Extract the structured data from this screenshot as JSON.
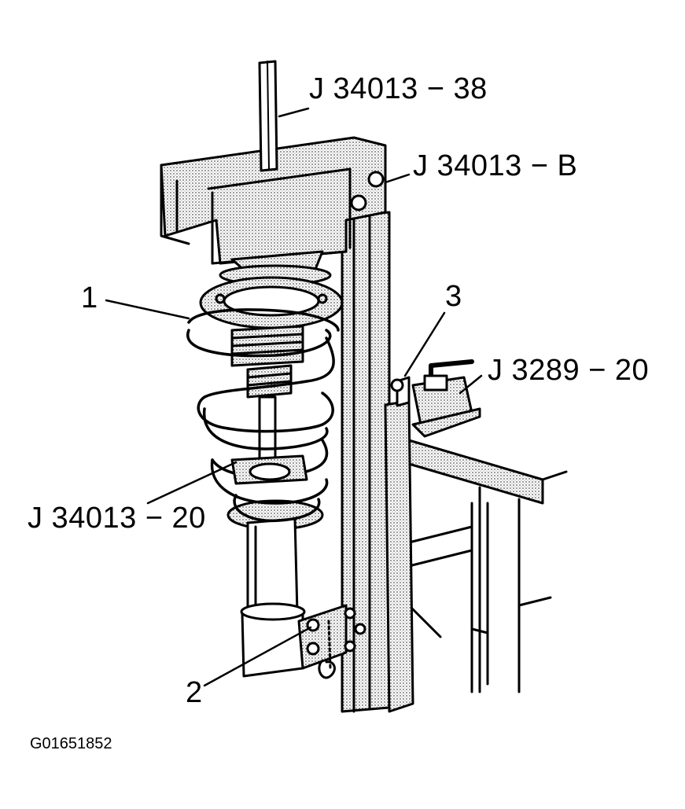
{
  "callouts": {
    "tool_38": "J 34013 − 38",
    "tool_b": "J 34013 − B",
    "tool_20": "J 34013 − 20",
    "tool_3289": "J 3289 − 20",
    "item_1": "1",
    "item_2": "2",
    "item_3": "3"
  },
  "figure_id": "G01651852",
  "colors": {
    "ink": "#000000",
    "stipple": "#bdbdbd",
    "paper": "#ffffff"
  }
}
